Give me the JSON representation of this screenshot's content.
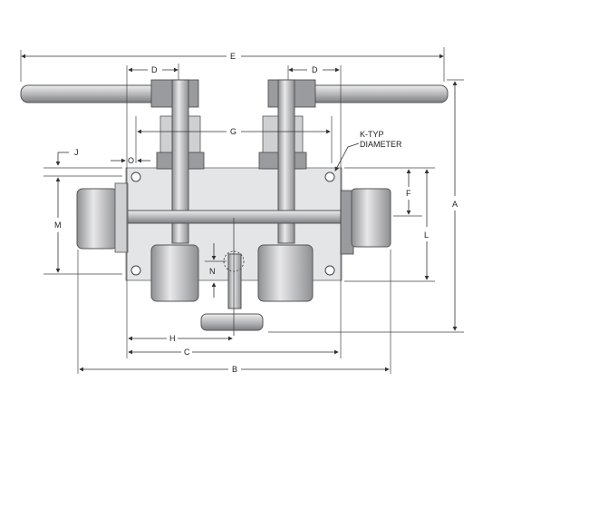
{
  "diagram": {
    "dimension_labels": {
      "A": "A",
      "B": "B",
      "C": "C",
      "D_left": "D",
      "D_right": "D",
      "E": "E",
      "F": "F",
      "G": "G",
      "H": "H",
      "J": "J",
      "L": "L",
      "M": "M",
      "N": "N",
      "O": "O"
    },
    "callout": {
      "line1": "K-TYP",
      "line2": "DIAMETER"
    }
  }
}
